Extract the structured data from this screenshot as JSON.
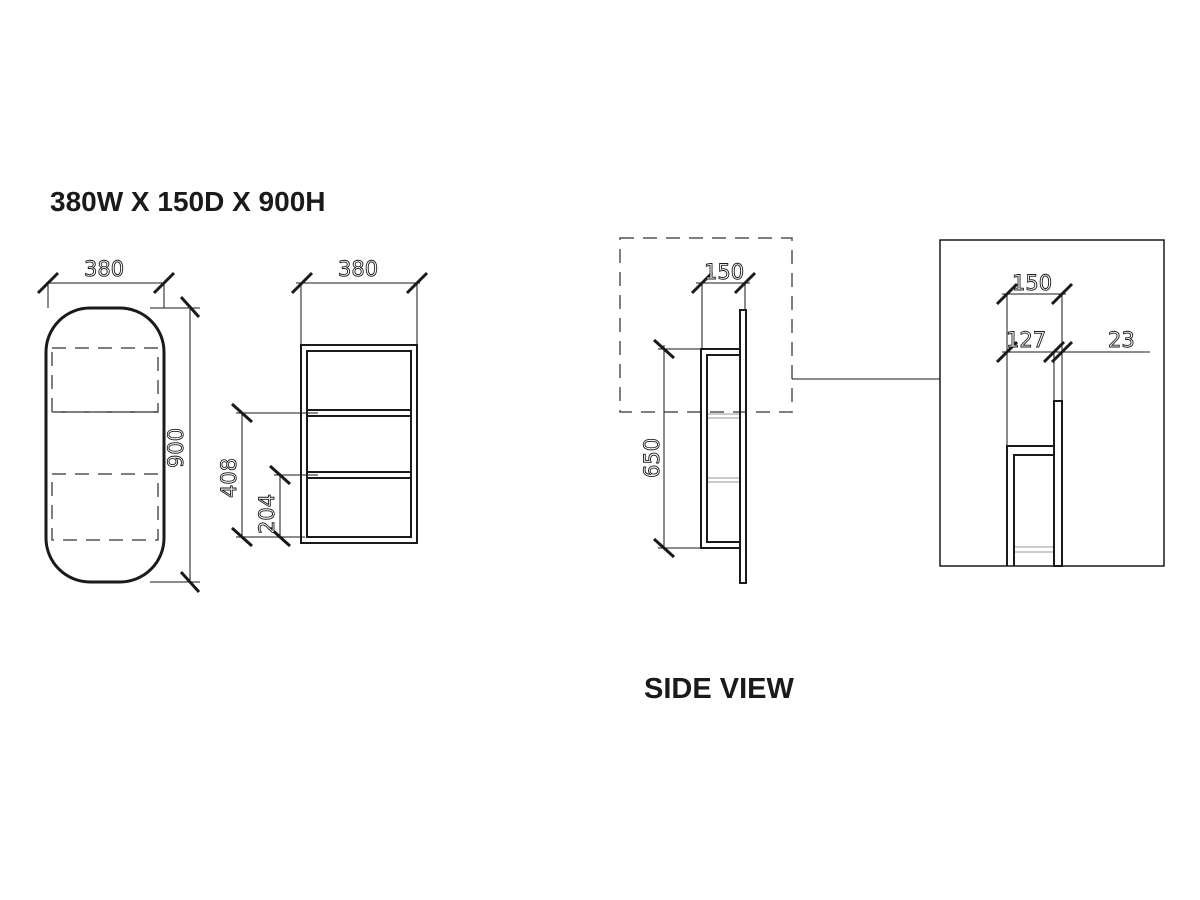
{
  "header": {
    "title": "380W X 150D X 900H"
  },
  "side_view": {
    "title": "SIDE VIEW"
  },
  "dimensions": {
    "front_width": "380",
    "front_height": "900",
    "open_width": "380",
    "shelf_upper": "408",
    "shelf_lower": "204",
    "side_depth": "150",
    "side_height": "650",
    "detail_depth": "150",
    "detail_body": "127",
    "detail_door": "23"
  },
  "colors": {
    "line": "#1a1a1a",
    "background": "#ffffff"
  }
}
